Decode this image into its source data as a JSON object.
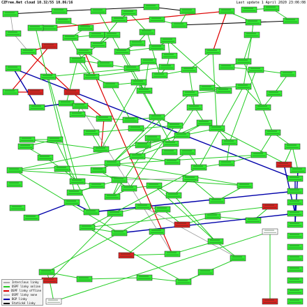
{
  "header": {
    "title": "CZFree.Net cloud 10.32/55 10.86/16",
    "update": "Last update 1 April 2020 23:06:08"
  },
  "legend": {
    "items": [
      {
        "label": "Interclous linky",
        "color": "#aaaaaa"
      },
      {
        "label": "OSPF linky online",
        "color": "#22cc22"
      },
      {
        "label": "OSPF linky offline",
        "color": "#dd0000"
      },
      {
        "label": "OSPF linky none",
        "color": "#bbbbbb"
      },
      {
        "label": "BGP linky",
        "color": "#0000aa"
      },
      {
        "label": "Statické linky",
        "color": "#000000"
      }
    ]
  },
  "colors": {
    "node_online": "#33ee33",
    "node_offline": "#dd2222",
    "node_neutral": "#ffffff",
    "link_online": "#22cc22",
    "link_offline": "#dd0000",
    "link_none": "#999999",
    "link_bgp": "#0000aa",
    "link_static": "#000000"
  }
}
